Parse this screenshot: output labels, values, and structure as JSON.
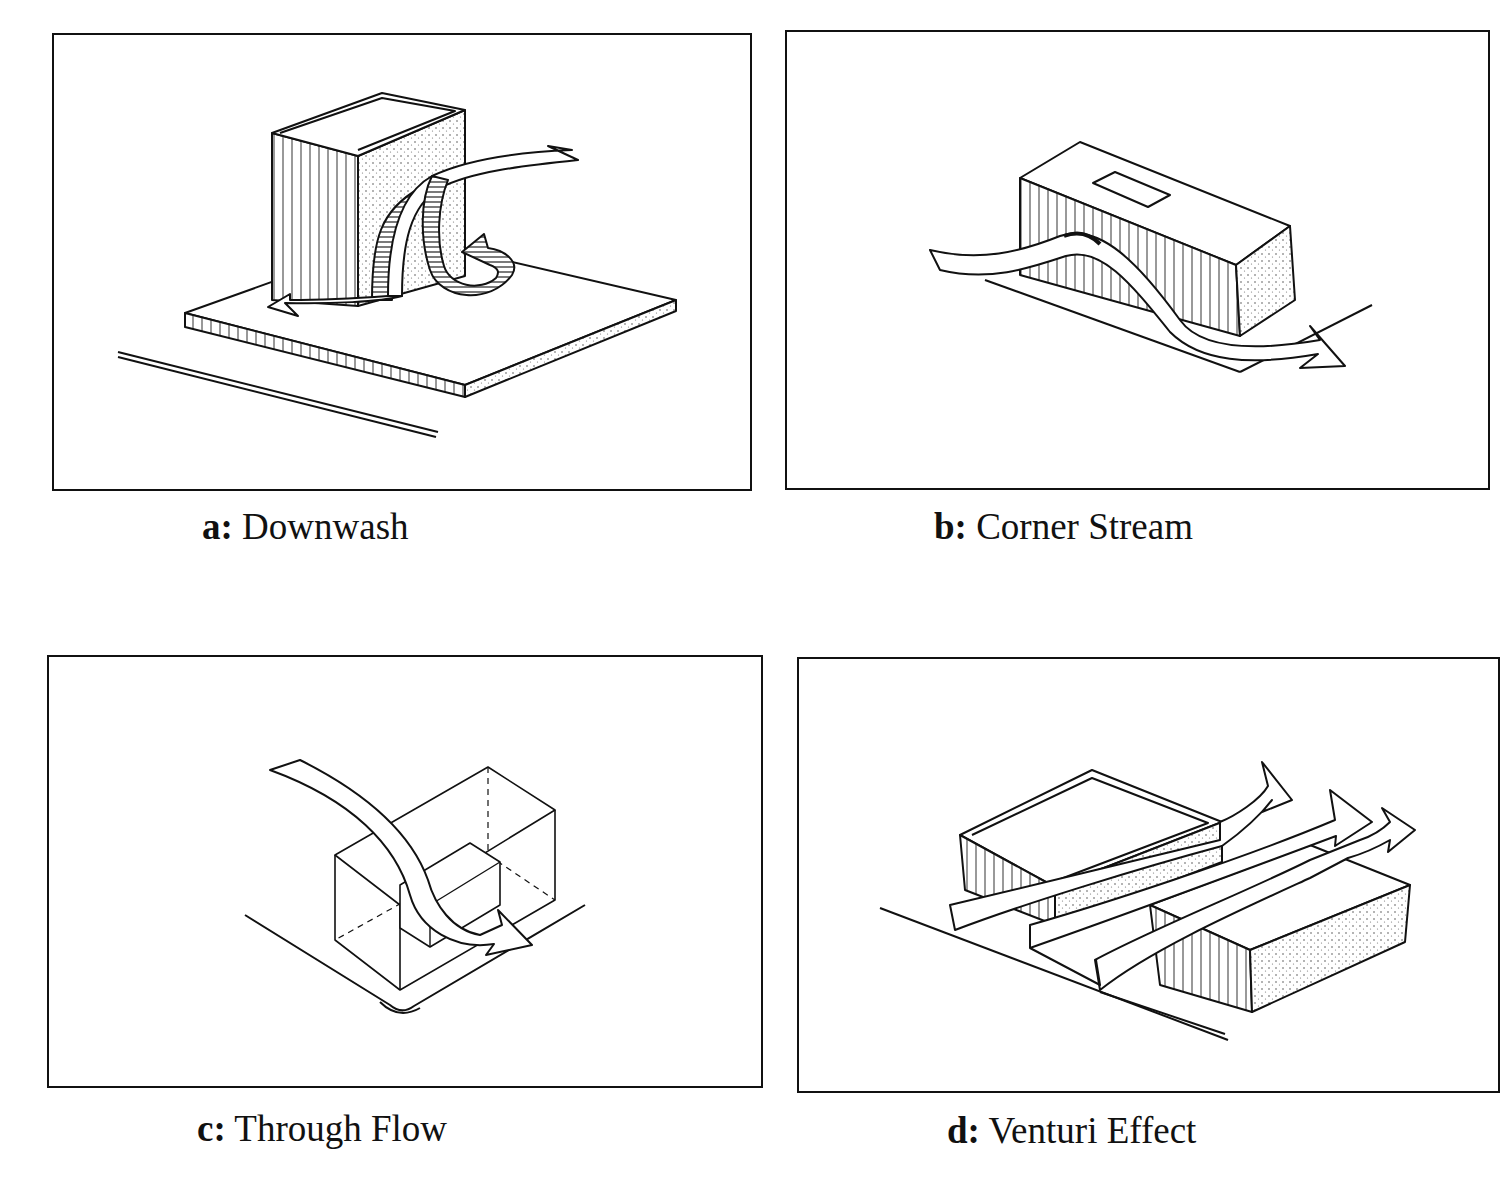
{
  "diagram": {
    "nodes": [
      {
        "text": [
          "a: Downwash"
        ]
      },
      {
        "text": [
          "b: Corner Stream"
        ]
      },
      {
        "text": [
          "c: Through Flow"
        ]
      },
      {
        "text": [
          "d: Venturi Effect"
        ]
      }
    ]
  }
}
